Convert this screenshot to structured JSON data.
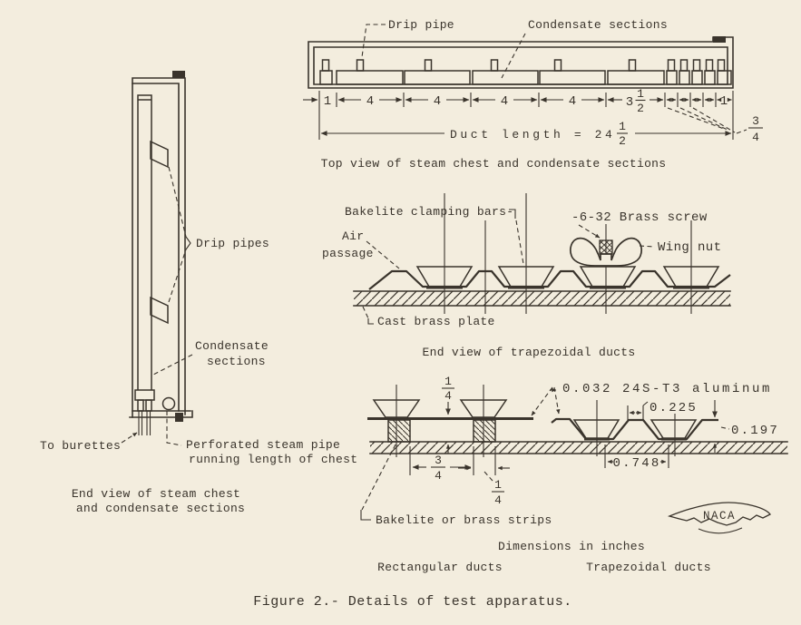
{
  "page": {
    "figure_caption": "Figure 2.- Details of test apparatus.",
    "dimensions_note": "Dimensions in inches",
    "paper_color": "#f3edde",
    "ink_color": "#3a342c"
  },
  "fractions": {
    "half": {
      "num": "1",
      "den": "2"
    },
    "quarter": {
      "num": "1",
      "den": "4"
    },
    "three_quarter": {
      "num": "3",
      "den": "4"
    }
  },
  "top_view": {
    "caption": "Top view of steam chest and condensate sections",
    "drip_pipe_label": "Drip pipe",
    "condensate_label": "Condensate sections",
    "duct_length_label": "Duct length = 24",
    "dim_left_end": "1",
    "dim_section": "4",
    "dim_35_whole": "3",
    "dim_right_end": "1"
  },
  "chest_end_view": {
    "caption_line1": "End view of steam chest",
    "caption_line2": "and condensate sections",
    "drip_pipes_label": "Drip pipes",
    "condensate_line1": "Condensate",
    "condensate_line2": "sections",
    "to_burettes_label": "To burettes",
    "steam_pipe_line1": "Perforated steam pipe",
    "steam_pipe_line2": "running length of chest"
  },
  "trap_end_view": {
    "caption": "End view of trapezoidal ducts",
    "clamping_bars_label": "Bakelite clamping bars-",
    "air_line1": "Air",
    "air_line2": "passage",
    "brass_screw_label": "-6-32 Brass screw",
    "wing_nut_label": "Wing nut",
    "cast_brass_plate_label": "Cast brass plate"
  },
  "duct_details": {
    "rect_caption": "Rectangular ducts",
    "trap_caption": "Trapezoidal ducts",
    "aluminum_label": "0.032 24S-T3 aluminum",
    "strips_label": "Bakelite or brass strips",
    "dim_trap_top": "0.225",
    "dim_sheet_height": "0.197",
    "dim_trap_base": "0.748"
  },
  "logo": {
    "text": "NACA"
  }
}
